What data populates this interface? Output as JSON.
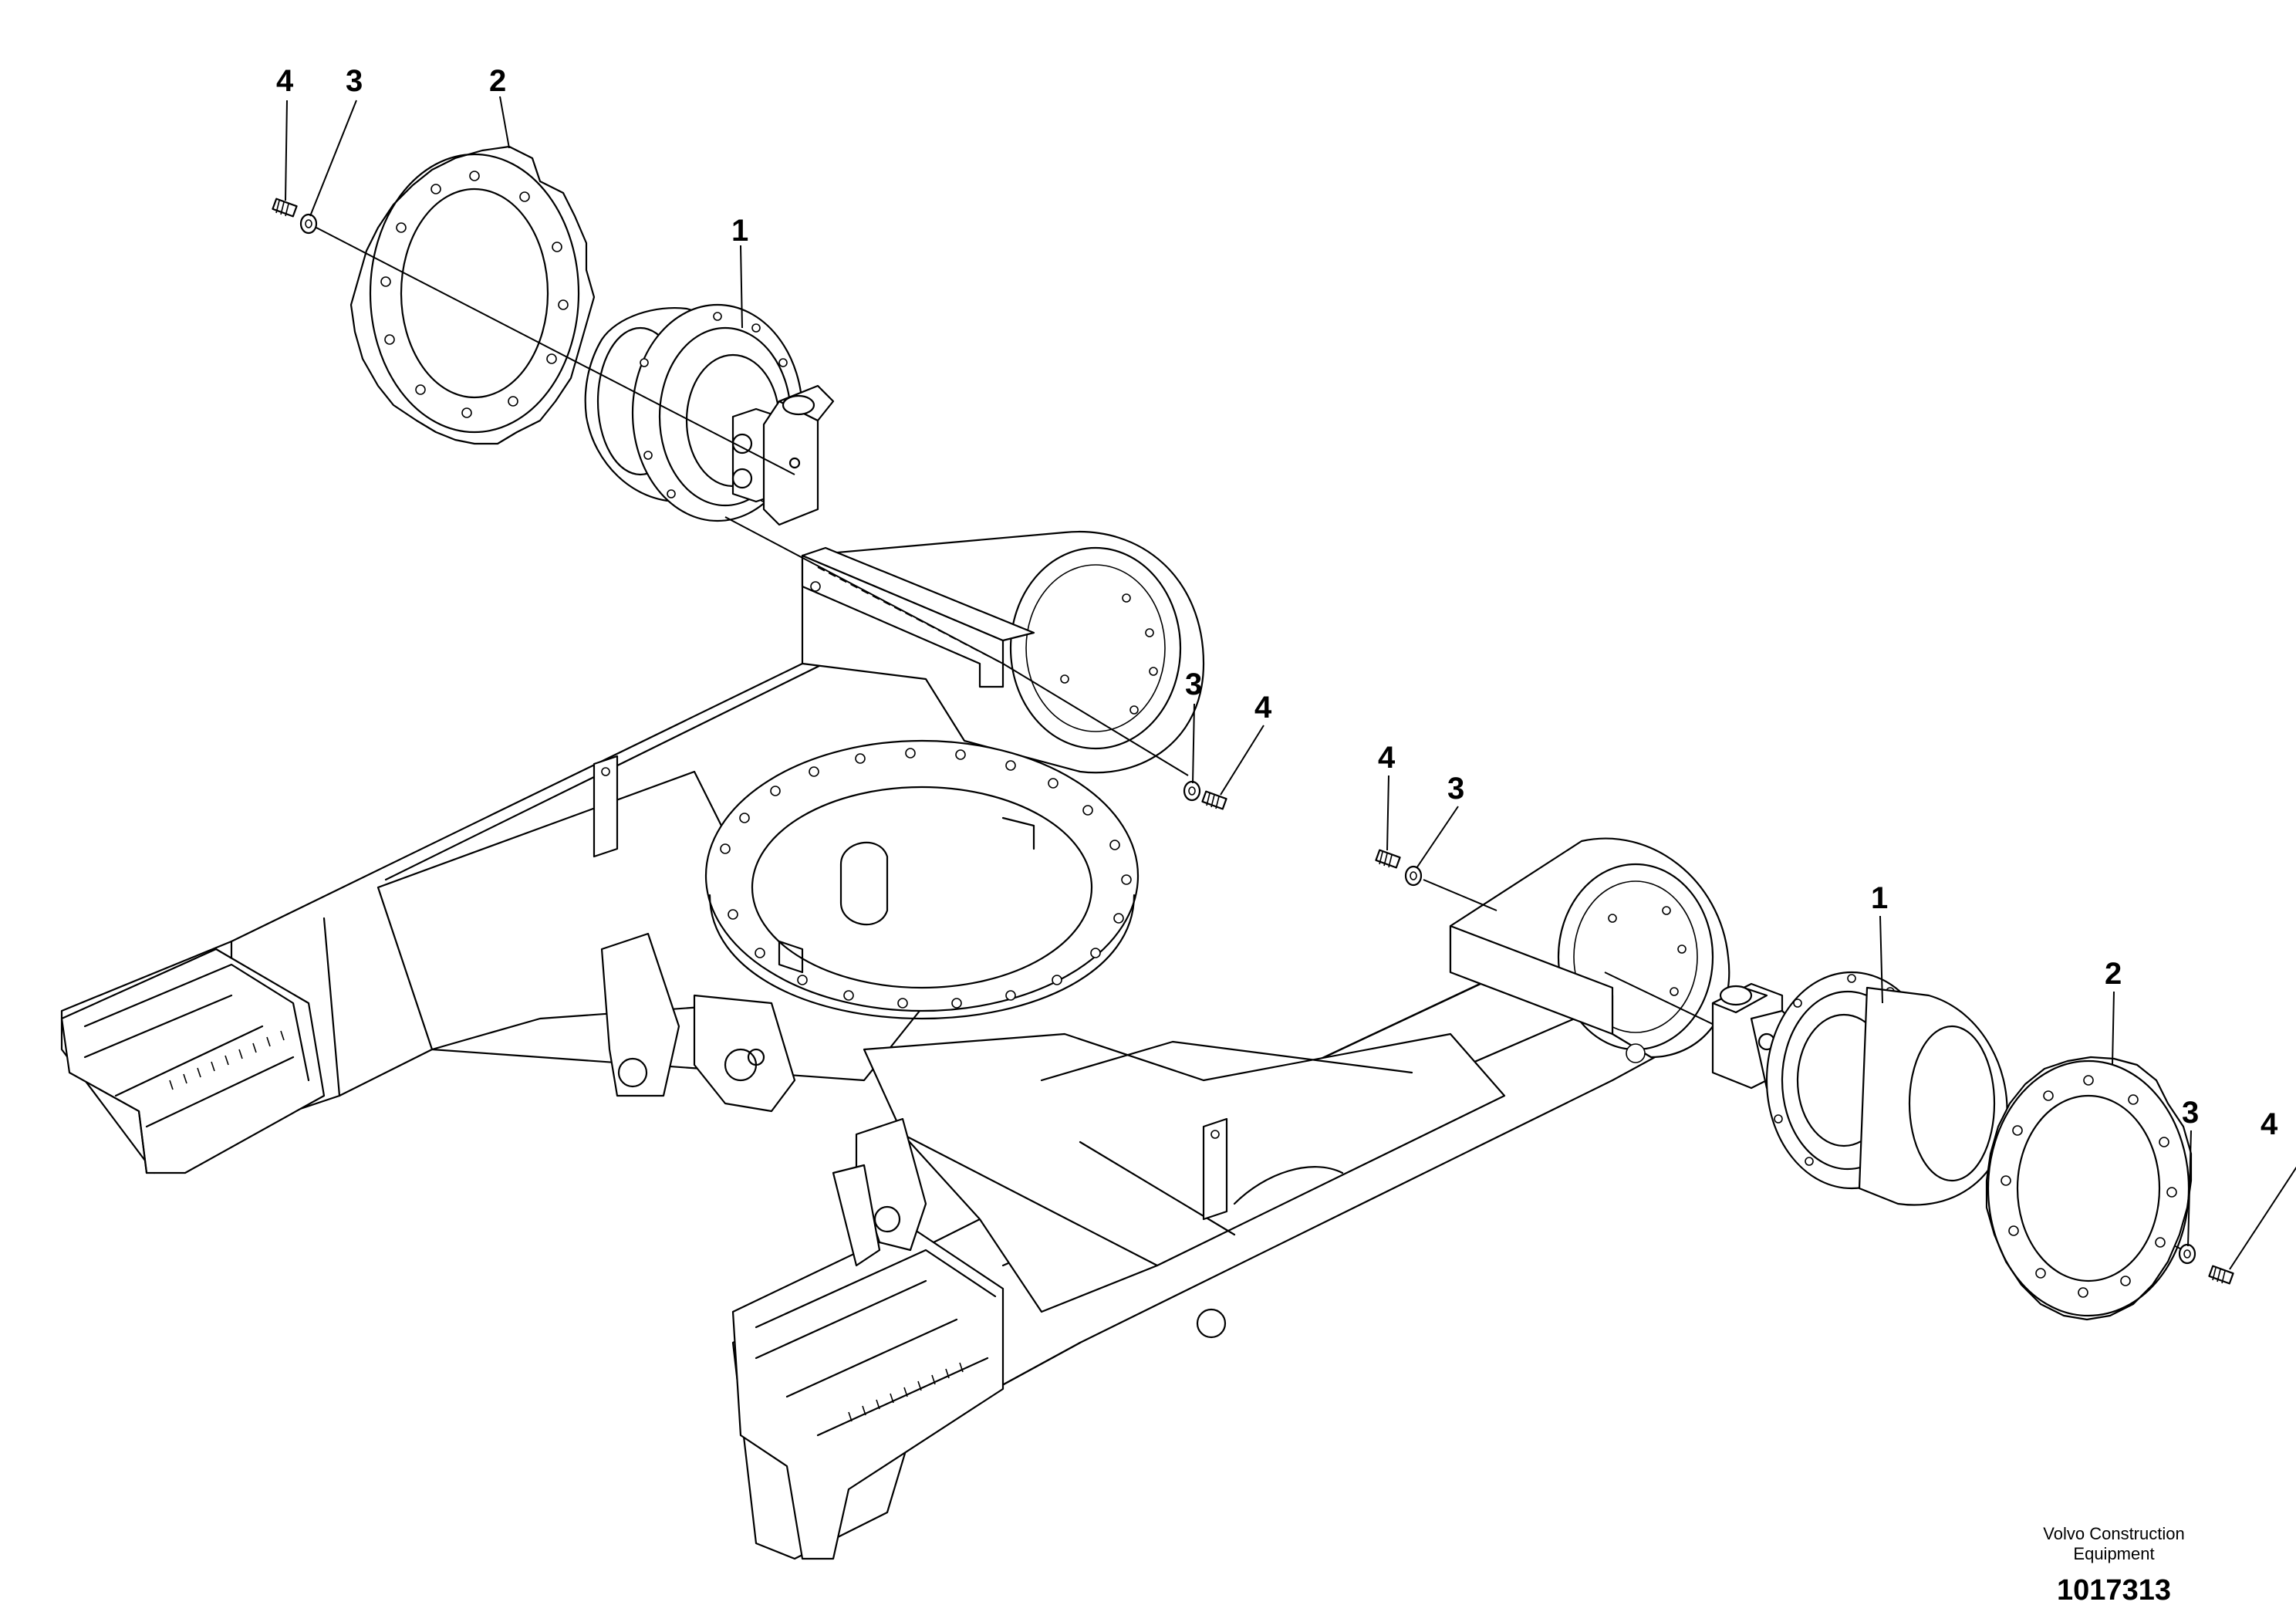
{
  "callouts": {
    "left_bolt": "4",
    "left_washer": "3",
    "left_sprocket": "2",
    "left_motor": "1",
    "mid_washer_a": "3",
    "mid_bolt_a": "4",
    "mid_bolt_b": "4",
    "mid_washer_b": "3",
    "right_motor": "1",
    "right_sprocket": "2",
    "right_washer": "3",
    "right_bolt": "4"
  },
  "footer": {
    "brand_line1": "Volvo Construction",
    "brand_line2": "Equipment",
    "part_number": "1017313"
  }
}
